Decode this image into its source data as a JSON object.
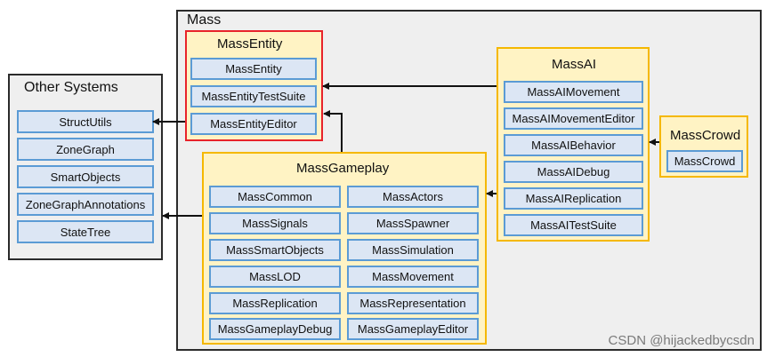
{
  "mass": {
    "title": "Mass"
  },
  "other_systems": {
    "title": "Other Systems",
    "modules": [
      "StructUtils",
      "ZoneGraph",
      "SmartObjects",
      "ZoneGraphAnnotations",
      "StateTree"
    ]
  },
  "mass_entity": {
    "title": "MassEntity",
    "modules": [
      "MassEntity",
      "MassEntityTestSuite",
      "MassEntityEditor"
    ]
  },
  "mass_gameplay": {
    "title": "MassGameplay",
    "modules_left": [
      "MassCommon",
      "MassSignals",
      "MassSmartObjects",
      "MassLOD",
      "MassReplication",
      "MassGameplayDebug"
    ],
    "modules_right": [
      "MassActors",
      "MassSpawner",
      "MassSimulation",
      "MassMovement",
      "MassRepresentation",
      "MassGameplayEditor"
    ]
  },
  "mass_ai": {
    "title": "MassAI",
    "modules": [
      "MassAIMovement",
      "MassAIMovementEditor",
      "MassAIBehavior",
      "MassAIDebug",
      "MassAIReplication",
      "MassAITestSuite"
    ]
  },
  "mass_crowd": {
    "title": "MassCrowd",
    "modules": [
      "MassCrowd"
    ]
  },
  "watermark": "CSDN @hijackedbycsdn",
  "colors": {
    "frame_border": "#2b2b2b",
    "panel_border": "#f5b800",
    "panel_fill": "#fff3c4",
    "highlight_border": "#e8232a",
    "module_fill": "#dce6f4",
    "module_border": "#5b9bd5"
  }
}
